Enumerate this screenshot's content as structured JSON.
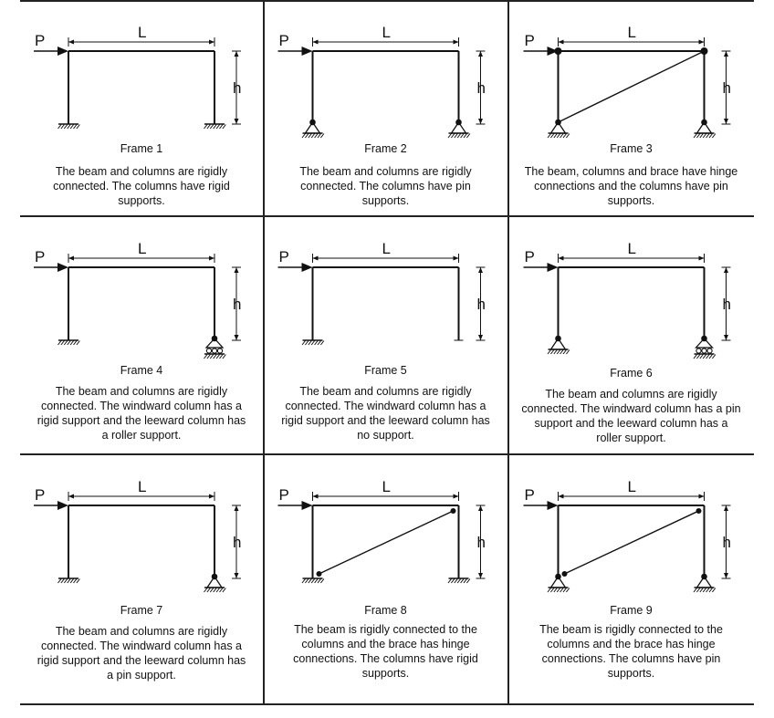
{
  "labels": {
    "load": "P",
    "span": "L",
    "height": "h"
  },
  "frames": [
    {
      "title": "Frame 1",
      "description": "The beam and columns are rigidly connected. The columns have rigid supports.",
      "left_support": "fixed",
      "right_support": "fixed",
      "brace": "none",
      "hinged_joints": false,
      "right_column_to_beam": true
    },
    {
      "title": "Frame 2",
      "description": "The beam and columns are rigidly connected. The columns have pin supports.",
      "left_support": "pin",
      "right_support": "pin",
      "brace": "none",
      "hinged_joints": false,
      "right_column_to_beam": true
    },
    {
      "title": "Frame 3",
      "description": "The beam, columns and brace have hinge connections and the columns have pin supports.",
      "left_support": "pin",
      "right_support": "pin",
      "brace": "hinged",
      "hinged_joints": true,
      "right_column_to_beam": true
    },
    {
      "title": "Frame 4",
      "description": "The beam and columns are rigidly connected. The windward column has a rigid support and the leeward column has a roller support.",
      "left_support": "fixed",
      "right_support": "roller",
      "brace": "none",
      "hinged_joints": false,
      "right_column_to_beam": true
    },
    {
      "title": "Frame 5",
      "description": "The beam and columns are rigidly connected. The windward column has a rigid support and the leeward column has no support.",
      "left_support": "fixed",
      "right_support": "none",
      "brace": "none",
      "hinged_joints": false,
      "right_column_to_beam": true
    },
    {
      "title": "Frame 6",
      "description": "The beam and columns are rigidly connected. The windward column has a pin support and the leeward column has a roller support.",
      "left_support": "pin",
      "right_support": "roller",
      "brace": "none",
      "hinged_joints": false,
      "right_column_to_beam": true
    },
    {
      "title": "Frame 7",
      "description": "The beam and columns are rigidly connected. The windward column has a rigid support and the leeward column has a pin support.",
      "left_support": "fixed",
      "right_support": "pin",
      "brace": "none",
      "hinged_joints": false,
      "right_column_to_beam": true
    },
    {
      "title": "Frame 8",
      "description": "The beam is rigidly connected to the columns and the brace has hinge connections. The columns have rigid supports.",
      "left_support": "fixed",
      "right_support": "fixed",
      "brace": "hinged",
      "hinged_joints": false,
      "right_column_to_beam": true
    },
    {
      "title": "Frame 9",
      "description": "The beam is rigidly connected to the columns and the brace has hinge connections. The columns have pin supports.",
      "left_support": "pin",
      "right_support": "pin",
      "brace": "hinged",
      "hinged_joints": false,
      "right_column_to_beam": true
    }
  ]
}
